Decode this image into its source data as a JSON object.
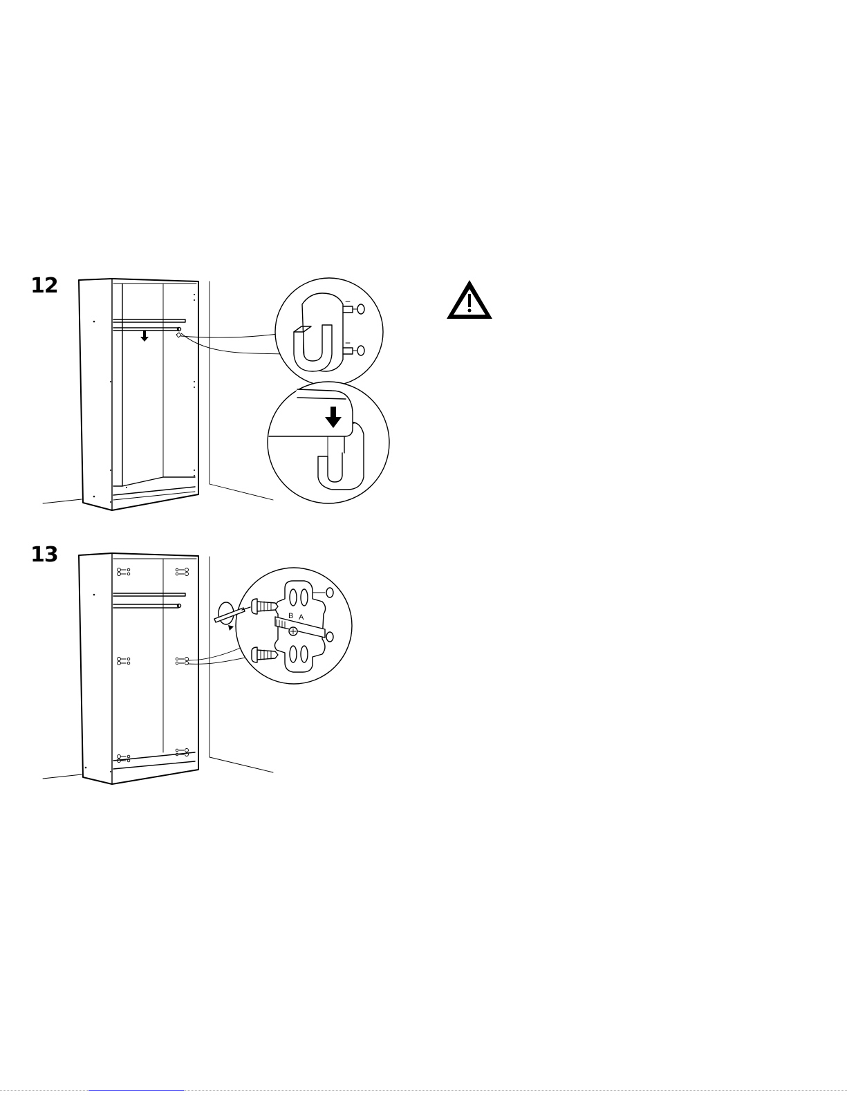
{
  "steps": [
    {
      "number": "12"
    },
    {
      "number": "13"
    }
  ],
  "detail_labels": {
    "slot_b": "B",
    "slot_a": "A"
  },
  "icons": {
    "warning": "warning-triangle-icon",
    "down_arrow": "down-arrow-icon",
    "rotation": "rotate-screwdriver-icon"
  }
}
